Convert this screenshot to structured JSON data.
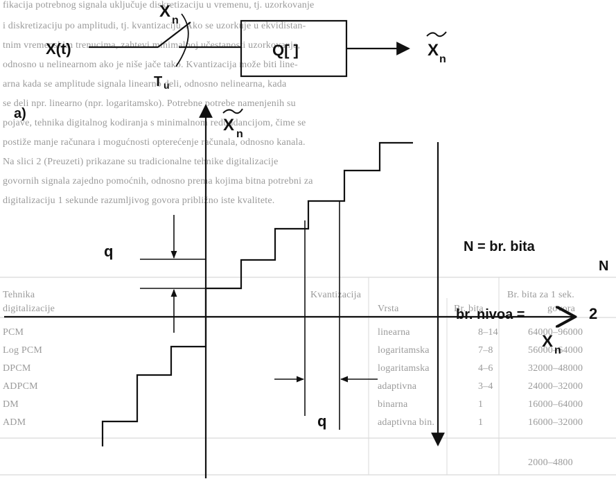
{
  "background_text": [
    "fikacija potrebnog signala uključuje diskretizaciju u vremenu, tj. uzorkovanje",
    "i diskretizaciju po amplitudi, tj. kvantizaciju. Ako se uzorkuje u ekvidistan-",
    "tnim vremenskim trenucima, zahtevi minimalnoj učestanosti uzorkovanja,",
    "odnosno u nelinearnom ako je niše jače tako. Kvantizacija može biti line-",
    "arna kada se amplitude signala linearno deli, odnosno nelinearna, kada",
    "se deli npr. linearno (npr. logaritamsko). Potrebne potrebe namenjenih su",
    "pojave, tehnika digitalnog kodiranja s minimalnom redundancijom, čime se",
    "postiže manje računara i mogućnosti opterećenje računala, odnosno kanala.",
    "Na slici 2 (Preuzeti) prikazane su tradicionalne tehnike digitalizacije",
    "govornih signala zajedno pomoćnih, odnosno prema kojima bitna potrebni za",
    "digitalizaciju 1 sekunde razumljivog govora približno iste kvalitete."
  ],
  "table_text": {
    "headers": [
      [
        "Tehnika",
        "digitalizacije"
      ],
      [
        "Kvantizacija",
        "Vrsta"
      ],
      [
        "Br. bita"
      ],
      [
        "Br. bita za 1 sek.",
        "govora"
      ]
    ],
    "rows": [
      [
        "PCM",
        "linearna",
        "8–14",
        "64000–96000"
      ],
      [
        "Log PCM",
        "logaritamska",
        "7–8",
        "56000–64000"
      ],
      [
        "DPCM",
        "logaritamska",
        "4–6",
        "32000–48000"
      ],
      [
        "ADPCM",
        "adaptivna",
        "3–4",
        "24000–32000"
      ],
      [
        "DM",
        "binarna",
        "1",
        "16000–64000"
      ],
      [
        "ADM",
        "adaptivna bin.",
        "1",
        "16000–32000"
      ],
      [
        "",
        "",
        "",
        ""
      ],
      [
        "",
        "",
        "",
        "2000–4800"
      ]
    ]
  },
  "diagram": {
    "input_label": "X(t)",
    "sample_label": "X",
    "sample_sub": "n",
    "switch_label": "T",
    "switch_sub": "u",
    "quantizer_label": "Q[   ]",
    "output_label": "X",
    "output_sub": "n",
    "part_label": "a)",
    "y_axis_label": "X",
    "y_axis_sub": "n",
    "x_axis_label": "X",
    "x_axis_sub": "n",
    "step_label_left": "q",
    "step_label_bottom": "q",
    "bits_line": "N = br. bita",
    "levels_line": "br. nivoa  =",
    "levels_base": "2",
    "levels_exp": "N"
  }
}
